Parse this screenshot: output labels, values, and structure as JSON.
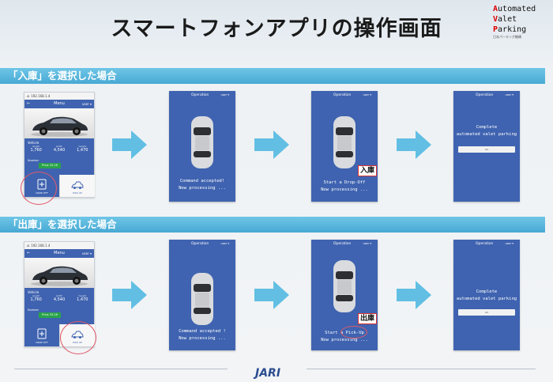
{
  "header": {
    "title": "スマートフォンアプリの操作画面",
    "brand": {
      "line1_cap": "A",
      "line1_rest": "utomated",
      "line2_cap": "V",
      "line2_rest": "alet",
      "line3_cap": "P",
      "line3_rest": "arking",
      "org": "日本パーキング機構"
    }
  },
  "sections": {
    "dropoff": {
      "label": "「入庫」を選択した場合",
      "menu": {
        "url": "192.168.1.4",
        "title": "Menu",
        "user": "user ▾",
        "car_name": "Vehicle",
        "dims": [
          {
            "label": "length",
            "value": "1,760"
          },
          {
            "label": "width",
            "value": "4,540"
          },
          {
            "label": "height",
            "value": "1,470"
          }
        ],
        "number_label": "Number",
        "plate": "Prius 33-16",
        "drop_label": "DROP OFF",
        "pick_label": "PICK UP"
      },
      "screen1": {
        "title": "Operation",
        "user": "user ▾",
        "msg1": "Command accepted!",
        "msg2": "Now processing ..."
      },
      "screen2": {
        "title": "Operation",
        "user": "user ▾",
        "msg1_pre": "Start a ",
        "msg1_hl": "Drop-Off",
        "msg2": "Now processing ...",
        "tag": "入庫"
      },
      "screen3": {
        "title": "Operation",
        "user": "user ▾",
        "line1": "Complete",
        "line2": "automated valet parking",
        "ok": "OK"
      }
    },
    "pickup": {
      "label": "「出庫」を選択した場合",
      "menu": {
        "url": "192.168.1.4",
        "title": "Menu",
        "user": "user ▾",
        "car_name": "Vehicle",
        "dims": [
          {
            "label": "length",
            "value": "1,760"
          },
          {
            "label": "width",
            "value": "4,540"
          },
          {
            "label": "height",
            "value": "1,470"
          }
        ],
        "number_label": "Number",
        "plate": "Prius 33-16",
        "drop_label": "DROP OFF",
        "pick_label": "PICK UP"
      },
      "screen1": {
        "title": "Operation",
        "user": "user ▾",
        "msg1": "Command accepted !",
        "msg2": "Now processing ..."
      },
      "screen2": {
        "title": "Operation",
        "user": "user ▾",
        "msg1_pre": "Start a ",
        "msg1_hl": "Pick-Up",
        "msg2": "Now processing ...",
        "tag": "出庫"
      },
      "screen3": {
        "title": "Operation",
        "user": "user ▾",
        "line1": "Complete",
        "line2": "automated valet parking",
        "ok": "OK"
      }
    }
  },
  "footer": {
    "logo": "JARI"
  },
  "colors": {
    "app_blue": "#3f63b0",
    "band": "#47a9d4",
    "arrow": "#62bfe3",
    "plate_green": "#29a34a",
    "highlight_red": "#d33"
  }
}
